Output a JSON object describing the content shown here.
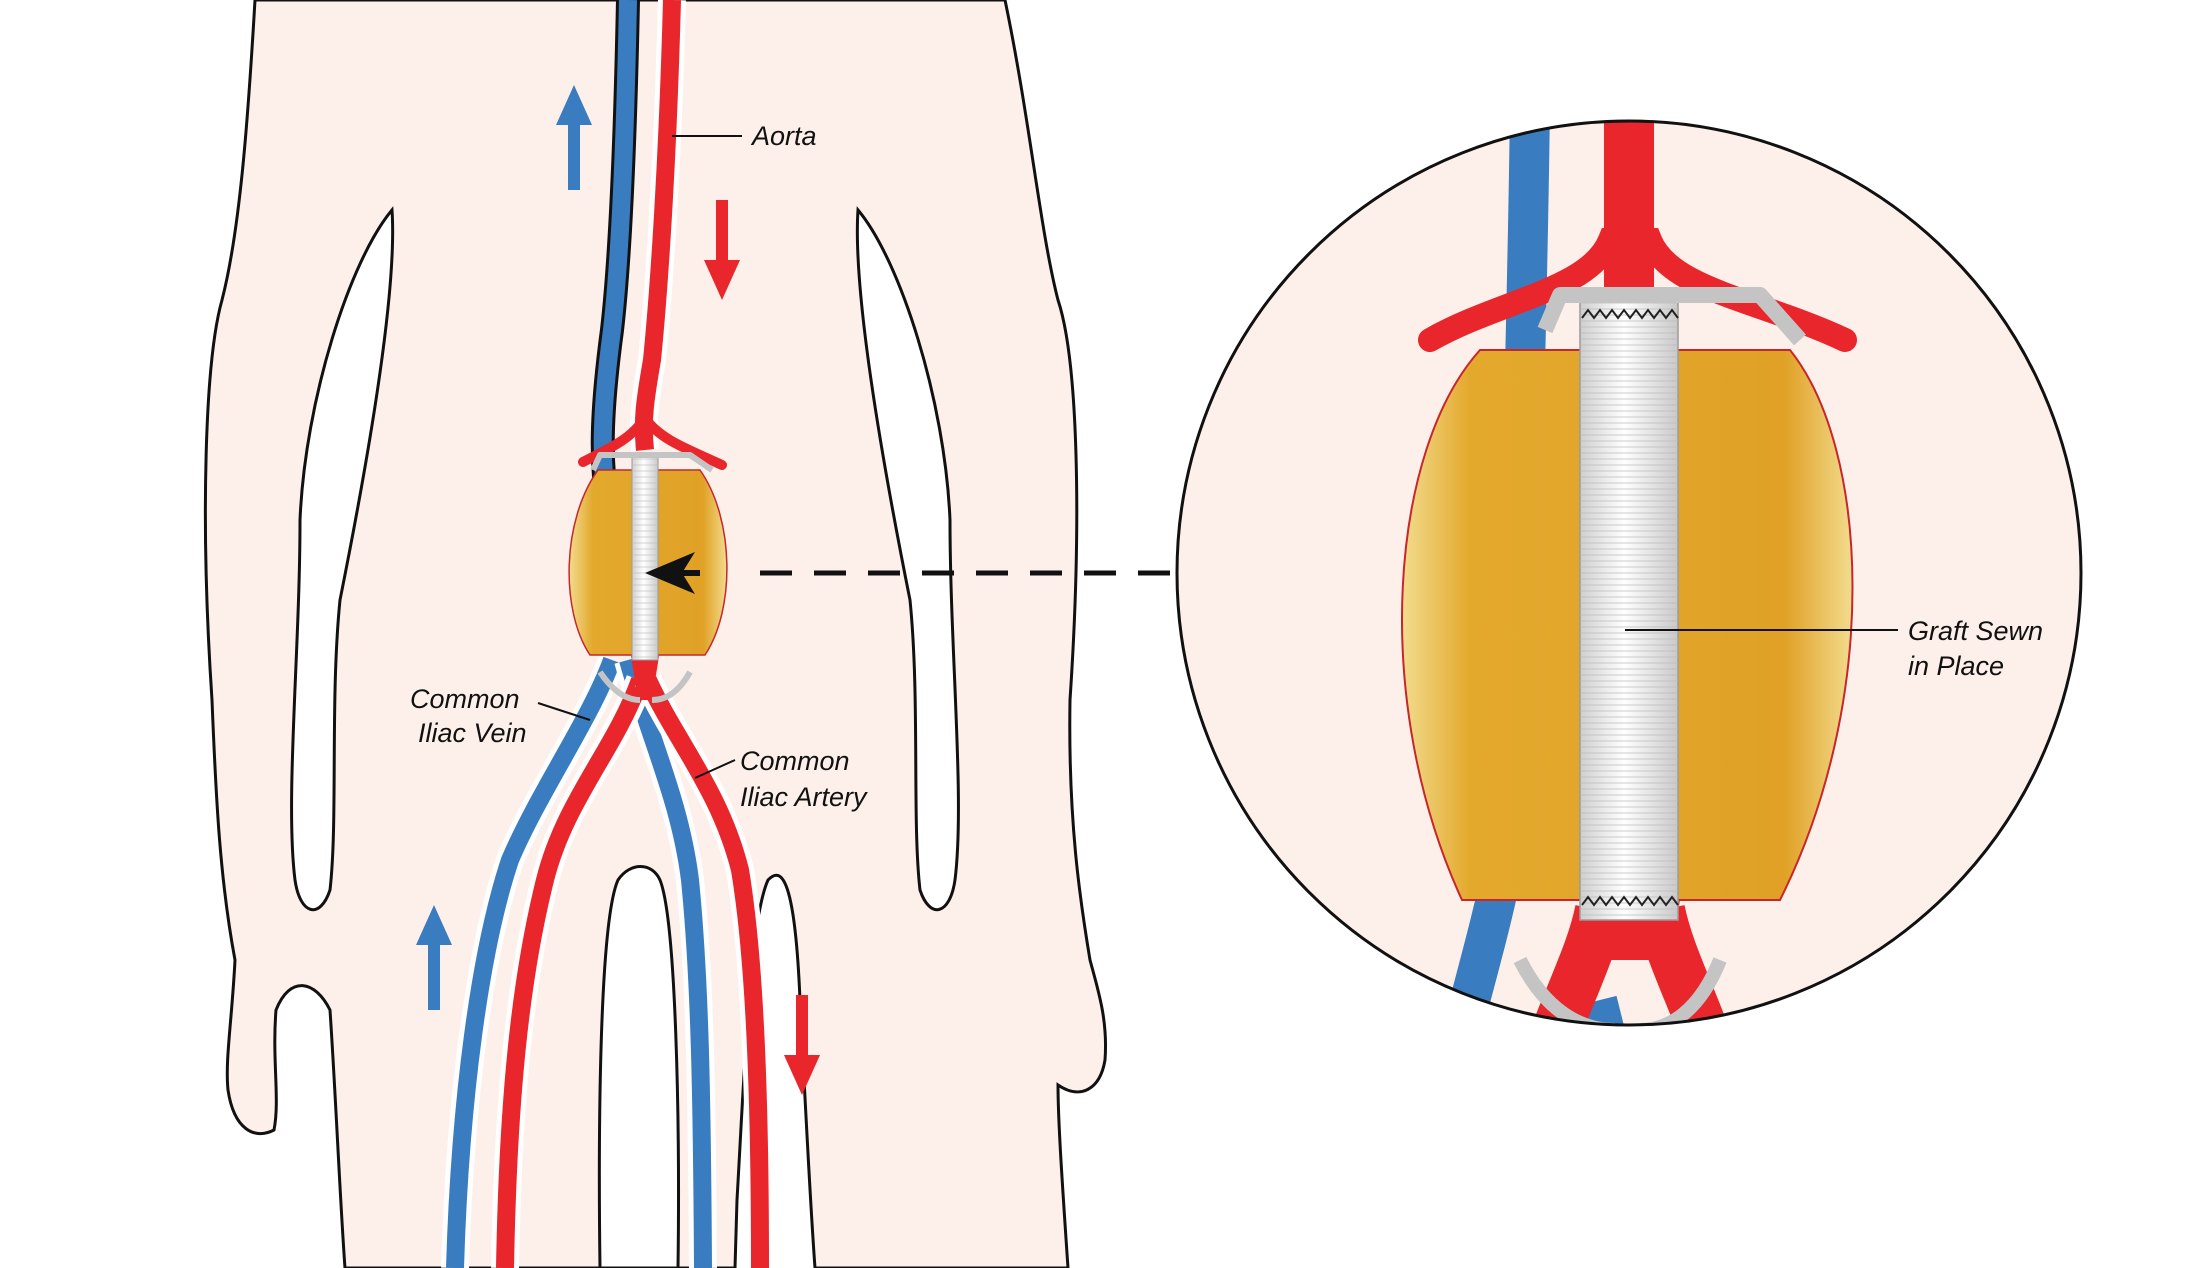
{
  "labels": {
    "aorta": "Aorta",
    "vein_line1": "Common",
    "vein_line2": "Iliac Vein",
    "artery_line1": "Common",
    "artery_line2": "Iliac Artery",
    "graft_line1": "Graft Sewn",
    "graft_line2": "in Place"
  },
  "colors": {
    "skin": "#fdf0ea",
    "outline": "#111111",
    "artery": "#e8262b",
    "vein": "#3a7cc0",
    "sac": "#e4a92a",
    "sac_edge": "#f4e4a4",
    "graft": "#eeeeee",
    "clamp": "#c4c4c4"
  },
  "flow_arrows": [
    {
      "vessel": "vein",
      "direction": "up"
    },
    {
      "vessel": "artery",
      "direction": "down"
    },
    {
      "vessel": "vein",
      "direction": "up"
    },
    {
      "vessel": "artery",
      "direction": "down"
    }
  ]
}
